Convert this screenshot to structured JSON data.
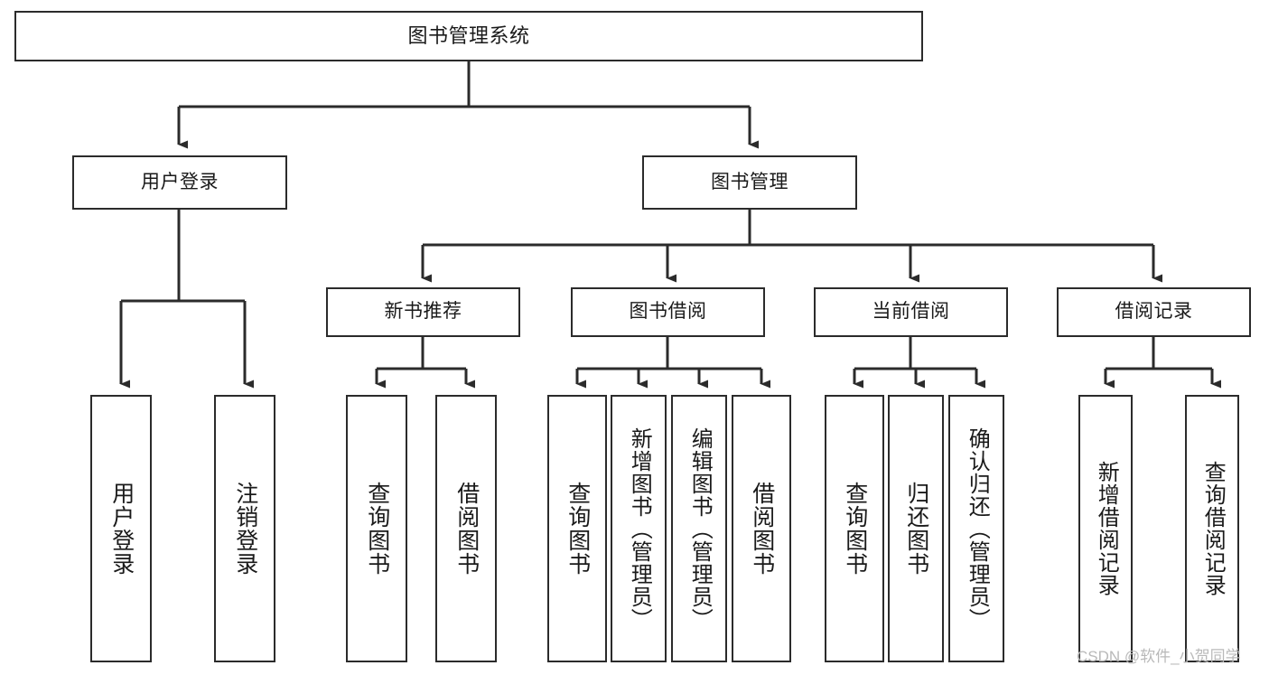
{
  "diagram": {
    "title": "图书管理系统",
    "type": "tree",
    "watermark": "CSDN @软件_小贺同学",
    "colors": {
      "box_border": "#2b2b2b",
      "box_fill": "#ffffff",
      "edge": "#2b2b2b",
      "text": "#1a1a1a",
      "watermark": "#b9b9b9",
      "background": "#ffffff"
    },
    "nodes": {
      "root": {
        "label": "图书管理系统"
      },
      "level1": [
        {
          "id": "user-login",
          "label": "用户登录"
        },
        {
          "id": "book-manage",
          "label": "图书管理"
        }
      ],
      "level2": [
        {
          "id": "new-book-recommend",
          "label": "新书推荐"
        },
        {
          "id": "book-borrow",
          "label": "图书借阅"
        },
        {
          "id": "current-borrow",
          "label": "当前借阅"
        },
        {
          "id": "borrow-record",
          "label": "借阅记录"
        }
      ],
      "leaves": {
        "user-login": [
          {
            "id": "leaf-user-login",
            "label": "用户登录"
          },
          {
            "id": "leaf-user-logout",
            "label": "注销登录"
          }
        ],
        "new-book-recommend": [
          {
            "id": "leaf-query-book-1",
            "label": "查询图书"
          },
          {
            "id": "leaf-borrow-book-1",
            "label": "借阅图书"
          }
        ],
        "book-borrow": [
          {
            "id": "leaf-query-book-2",
            "label": "查询图书"
          },
          {
            "id": "leaf-add-book",
            "label": "新增图书（管理员）"
          },
          {
            "id": "leaf-edit-book",
            "label": "编辑图书（管理员）"
          },
          {
            "id": "leaf-borrow-book-2",
            "label": "借阅图书"
          }
        ],
        "current-borrow": [
          {
            "id": "leaf-query-book-3",
            "label": "查询图书"
          },
          {
            "id": "leaf-return-book",
            "label": "归还图书"
          },
          {
            "id": "leaf-confirm-return",
            "label": "确认归还（管理员）"
          }
        ],
        "borrow-record": [
          {
            "id": "leaf-add-record",
            "label": "新增借阅记录"
          },
          {
            "id": "leaf-query-record",
            "label": "查询借阅记录"
          }
        ]
      }
    }
  }
}
